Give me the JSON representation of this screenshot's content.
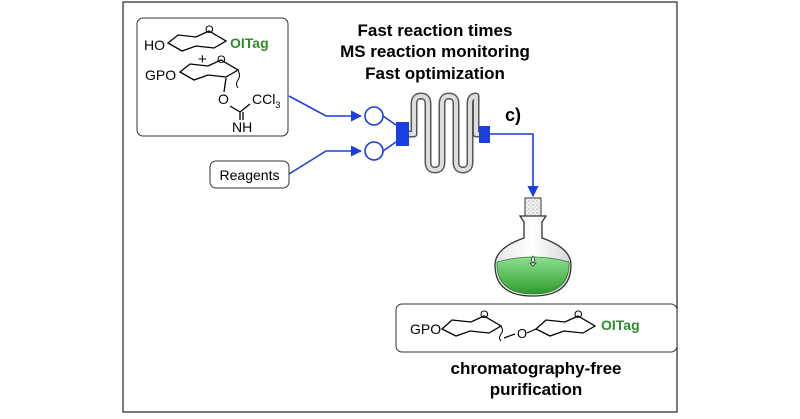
{
  "features": {
    "line1": "Fast reaction times",
    "line2": "MS reaction monitoring",
    "line3": "Fast optimization"
  },
  "reactants": {
    "acceptor_prefix": "HO",
    "acceptor_tag": "OITag",
    "plus": "+",
    "donor_prefix": "GPO",
    "donor_o": "O",
    "donor_ccl3": "CCl",
    "donor_ccl3_sub": "3",
    "donor_nh": "NH"
  },
  "reagents_label": "Reagents",
  "step_label": "c)",
  "product": {
    "prefix": "GPO",
    "link_o": "O",
    "tag": "OITag"
  },
  "purification": {
    "line1": "chromatography-free",
    "line2": "purification"
  },
  "colors": {
    "flow_arrow": "#1a3ee0",
    "tag_green": "#2e8b2e",
    "flask_liquid": "#4fbf4f"
  }
}
